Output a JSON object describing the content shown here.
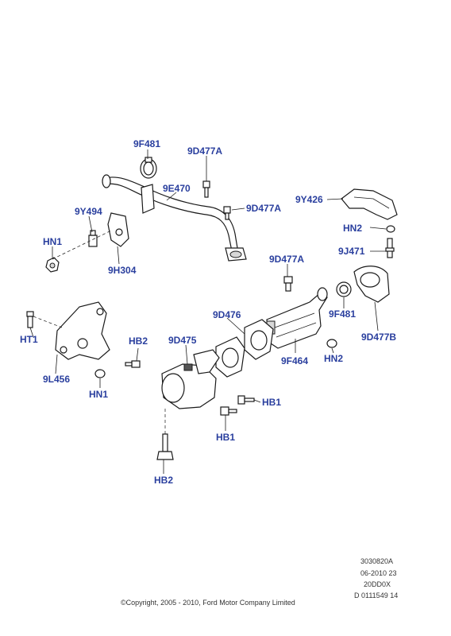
{
  "callouts": {
    "9F481_top": "9F481",
    "9D477A_top": "9D477A",
    "9E470": "9E470",
    "9D477A_mid": "9D477A",
    "9Y494": "9Y494",
    "HN1_left": "HN1",
    "9H304": "9H304",
    "9Y426": "9Y426",
    "HN2_top": "HN2",
    "9J471": "9J471",
    "9D477A_right": "9D477A",
    "9F481_right": "9F481",
    "9D477B": "9D477B",
    "9D476": "9D476",
    "HT1": "HT1",
    "9L456": "9L456",
    "HN1_bottom": "HN1",
    "HB2_top": "HB2",
    "9D475": "9D475",
    "9F464": "9F464",
    "HN2_right": "HN2",
    "HB1_right": "HB1",
    "HB1_bottom": "HB1",
    "HB2_bottom": "HB2"
  },
  "meta": {
    "ref1": "3030820A",
    "ref2": "06-2010 23",
    "ref3": "20DD0X",
    "ref4": "D 0111549 14",
    "copyright": "©Copyright, 2005 - 2010, Ford Motor Company Limited"
  },
  "colors": {
    "callout": "#2a3f9e",
    "line": "#1a1a1a"
  }
}
